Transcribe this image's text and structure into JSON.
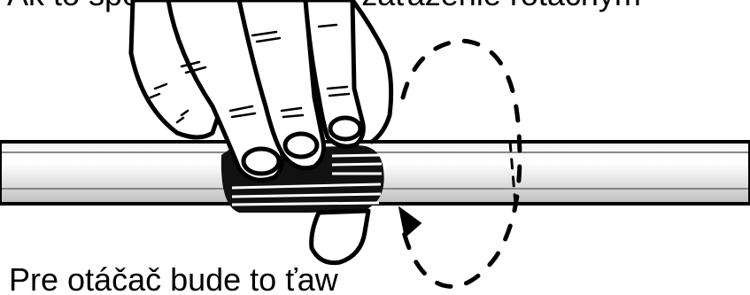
{
  "caption_top": "Ak to spôsobí nadmerné zaťaženie rotačným",
  "caption_bottom": "Pre otáčač bude to ťaw",
  "colors": {
    "ink": "#000000",
    "tube_fill": "#e6e6e6",
    "tube_highlight": "#ffffff",
    "background": "#ffffff"
  },
  "icons": {
    "hand": "hand-grip-illustration",
    "rotation_arrow": "dashed-rotation-arrow"
  }
}
